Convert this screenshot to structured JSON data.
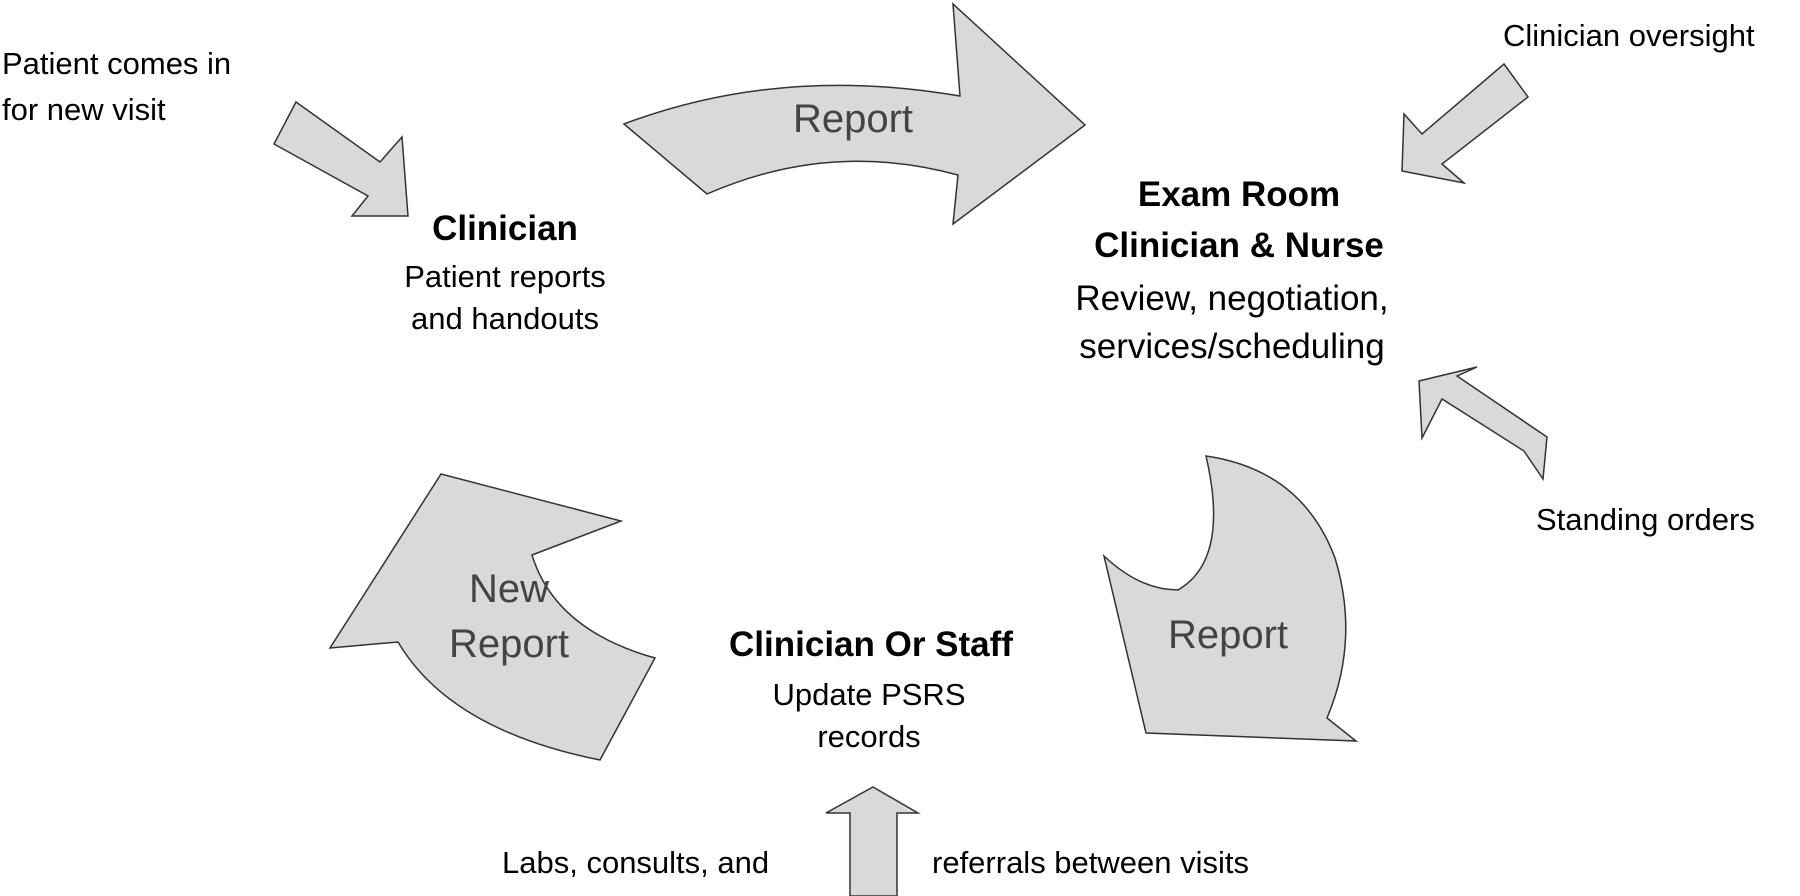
{
  "nodes": {
    "clinician": {
      "title": "Clinician",
      "line1": "Patient reports",
      "line2": "and handouts"
    },
    "exam_room": {
      "title1": "Exam Room",
      "title2": "Clinician & Nurse",
      "line1": "Review, negotiation,",
      "line2": "services/scheduling"
    },
    "clinician_or_staff": {
      "title": "Clinician Or Staff",
      "line1": "Update PSRS",
      "line2": "records"
    }
  },
  "inputs": {
    "patient_visit": {
      "line1": "Patient comes in",
      "line2": "for new visit"
    },
    "clinician_oversight": "Clinician oversight",
    "standing_orders": "Standing orders",
    "labs_left": "Labs, consults, and",
    "labs_right": "referrals between visits"
  },
  "arrow_labels": {
    "top": "Report",
    "right": "Report",
    "left_line1": "New",
    "left_line2": "Report"
  }
}
